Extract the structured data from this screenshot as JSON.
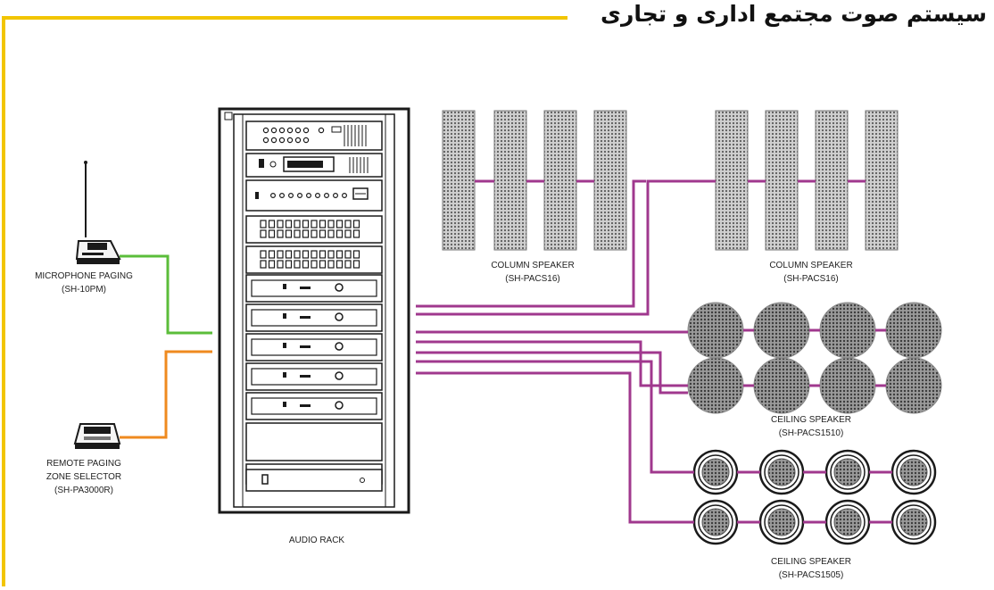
{
  "title": "سیستم صوت مجتمع اداری و تجاری",
  "labels": {
    "microphone_paging": [
      "MICROPHONE PAGING",
      "(SH-10PM)"
    ],
    "remote_paging": [
      "REMOTE PAGING",
      "ZONE SELECTOR",
      "(SH-PA3000R)"
    ],
    "audio_rack": [
      "AUDIO RACK"
    ],
    "column_speaker_left": [
      "COLUMN SPEAKER",
      "(SH-PACS16)"
    ],
    "column_speaker_right": [
      "COLUMN SPEAKER",
      "(SH-PACS16)"
    ],
    "ceiling_speaker_1510": [
      "CEILING SPEAKER",
      "(SH-PACS1510)"
    ],
    "ceiling_speaker_1505": [
      "CEILING SPEAKER",
      "(SH-PACS1505)"
    ]
  },
  "colors": {
    "frame": "#f2c500",
    "microphone_cable": "#5bbd3a",
    "remote_cable": "#ef8a1f",
    "speaker_cable": "#a0388e",
    "equipment": "#1a1a1a"
  }
}
